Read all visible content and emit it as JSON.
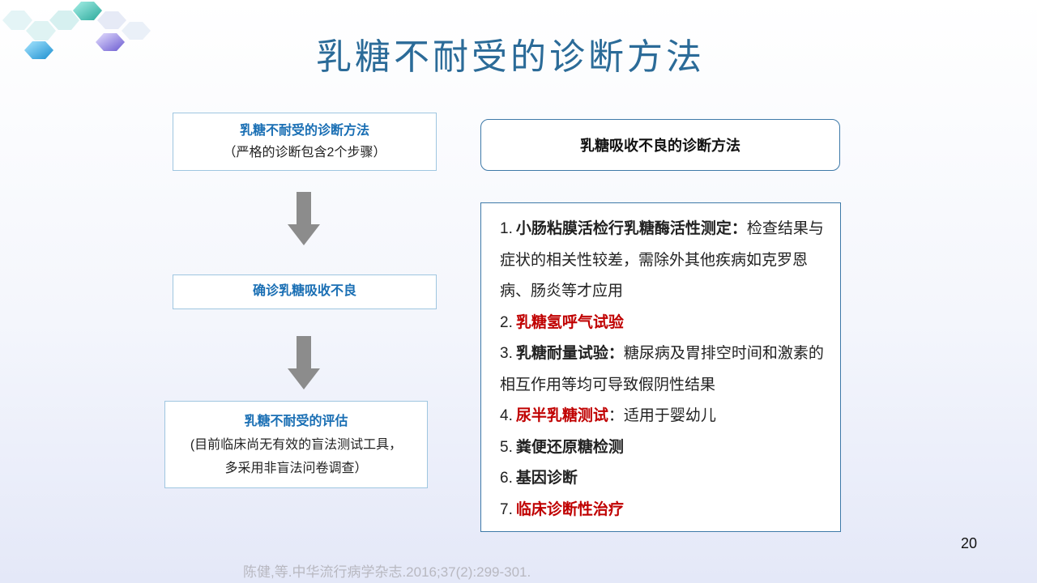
{
  "title": "乳糖不耐受的诊断方法",
  "left": {
    "box1": {
      "heading": "乳糖不耐受的诊断方法",
      "note": "（严格的诊断包含2个步骤）"
    },
    "box2": {
      "heading": "确诊乳糖吸收不良"
    },
    "box3": {
      "heading": "乳糖不耐受的评估",
      "note1": "(目前临床尚无有效的盲法测试工具，",
      "note2": "多采用非盲法问卷调查）"
    }
  },
  "right": {
    "header": "乳糖吸收不良的诊断方法",
    "items": [
      {
        "num": "1.",
        "label": "小肠粘膜活检行乳糖酶活性测定：",
        "text": "检查结果与症状的相关性较差，需除外其他疾病如克罗恩病、肠炎等才应用",
        "red": false
      },
      {
        "num": "2.",
        "label": "乳糖氢呼气试验",
        "text": "",
        "red": true
      },
      {
        "num": "3.",
        "label": "乳糖耐量试验：",
        "text": "糖尿病及胃排空时间和激素的相互作用等均可导致假阴性结果",
        "red": false
      },
      {
        "num": "4.",
        "label": "尿半乳糖测试",
        "text": "：适用于婴幼儿",
        "red": true
      },
      {
        "num": "5.",
        "label": "粪便还原糖检测",
        "text": "",
        "red": false
      },
      {
        "num": "6.",
        "label": "基因诊断",
        "text": "",
        "red": false
      },
      {
        "num": "7.",
        "label": "临床诊断性治疗",
        "text": "",
        "red": true
      }
    ]
  },
  "page_number": "20",
  "citation": "陈健,等.中华流行病学杂志.2016;37(2):299-301.",
  "colors": {
    "title": "#2b6b98",
    "red": "#c00000",
    "heading_blue": "#1a6fb4"
  }
}
